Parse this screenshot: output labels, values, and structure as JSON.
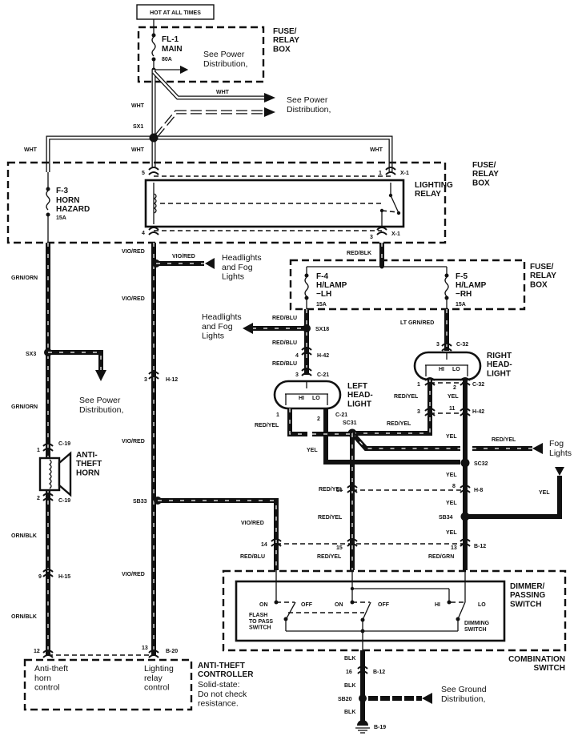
{
  "header": {
    "hot_label": "HOT AT ALL TIMES"
  },
  "boxes": {
    "fuse_relay_top": "FUSE/\nRELAY\nBOX",
    "fuse_relay_mid": "FUSE/\nRELAY\nBOX",
    "fuse_relay_h": "FUSE/\nRELAY\nBOX",
    "lighting_relay": "LIGHTING\nRELAY",
    "anti_theft_horn": "ANTI-\nTHEFT\nHORN",
    "left_headlight": "LEFT\nHEAD-\nLIGHT",
    "right_headlight": "RIGHT\nHEAD-\nLIGHT",
    "dimmer_switch": "DIMMER/\nPASSING\nSWITCH",
    "combination_switch": "COMBINATION\nSWITCH",
    "anti_theft_controller": "ANTI-THEFT\nCONTROLLER",
    "controller_note": "Solid-state:\nDo not check\nresistance.",
    "horn_control": "Anti-theft\nhorn\ncontrol",
    "relay_control": "Lighting\nrelay\ncontrol"
  },
  "fuses": [
    {
      "id": "FL-1",
      "name": "MAIN",
      "rating": "80A"
    },
    {
      "id": "F-3",
      "name": "HORN\nHAZARD",
      "rating": "15A"
    },
    {
      "id": "F-4",
      "name": "H/LAMP\n−LH",
      "rating": "15A"
    },
    {
      "id": "F-5",
      "name": "H/LAMP\n−RH",
      "rating": "15A"
    }
  ],
  "references": {
    "power_dist_1": "See Power\nDistribution,",
    "power_dist_2": "See Power\nDistribution,",
    "power_dist_3": "See Power\nDistribution,",
    "headlights_fog_1": "Headlights\nand Fog\nLights",
    "headlights_fog_2": "Headlights\nand Fog\nLights",
    "fog_lights": "Fog\nLights",
    "ground_dist": "See Ground\nDistribution,"
  },
  "wires": {
    "wht": "WHT",
    "vio_red": "VIO/RED",
    "red_blk": "RED/BLK",
    "grn_orn": "GRN/ORN",
    "red_blu": "RED/BLU",
    "lt_grn_red": "LT GRN/RED",
    "red_yel": "RED/YEL",
    "yel": "YEL",
    "orn_blk": "ORN/BLK",
    "red_grn": "RED/GRN",
    "blk": "BLK"
  },
  "splices": {
    "sx1": "SX1",
    "sx3": "SX3",
    "sx18": "SX18",
    "sb33": "SB33",
    "sc31": "SC31",
    "sc32": "SC32",
    "sb34": "SB34",
    "sb20": "SB20"
  },
  "connectors": {
    "x1": "X-1",
    "h42": "H-42",
    "c21": "C-21",
    "c32": "C-32",
    "h12": "H-12",
    "c19": "C-19",
    "h15": "H-15",
    "h8": "H-8",
    "b12": "B-12",
    "b20": "B-20",
    "b19": "B-19"
  },
  "pins": {
    "p1": "1",
    "p2": "2",
    "p3": "3",
    "p4": "4",
    "p5": "5",
    "p8": "8",
    "p9": "9",
    "p11": "11",
    "p12": "12",
    "p13": "13",
    "p14": "14",
    "p15": "15",
    "p16": "16"
  },
  "switch": {
    "on": "ON",
    "off": "OFF",
    "hi": "HI",
    "lo": "LO",
    "flash_to_pass": "FLASH\nTO PASS\nSWITCH",
    "dimming": "DIMMING\nSWITCH"
  }
}
